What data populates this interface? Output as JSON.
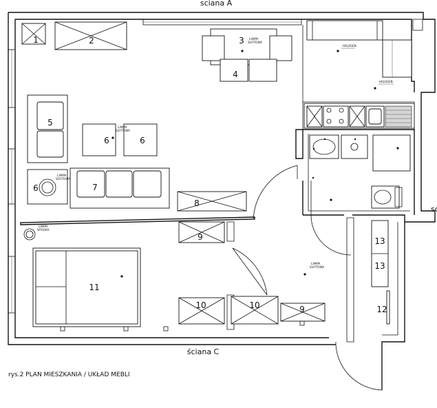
{
  "walls": {
    "top": "sciana A",
    "bottom": "ściana C",
    "right_cut": "sc"
  },
  "caption": "rys.2 PLAN MIESZKANIA / UKŁAD MEBLI",
  "furniture_numbers": [
    "1",
    "2",
    "3",
    "4",
    "5",
    "6",
    "6",
    "6",
    "7",
    "8",
    "9",
    "9",
    "10",
    "10",
    "11",
    "12",
    "13",
    "13"
  ],
  "lamp_labels": {
    "ceiling_a": [
      "LAMPA",
      "SUFITOWA"
    ],
    "ceiling_b": [
      "LAMPA",
      "SUFITOWA"
    ],
    "ceiling_c": [
      "LAMPA",
      "SUFITOWA"
    ],
    "ceiling_d": [
      "LAMPA",
      "SUFITOWA"
    ],
    "floor": [
      "LAMPA",
      "WYSOKA"
    ],
    "halogen_a": "HALOGEN",
    "halogen_b": "HALOGEN"
  }
}
